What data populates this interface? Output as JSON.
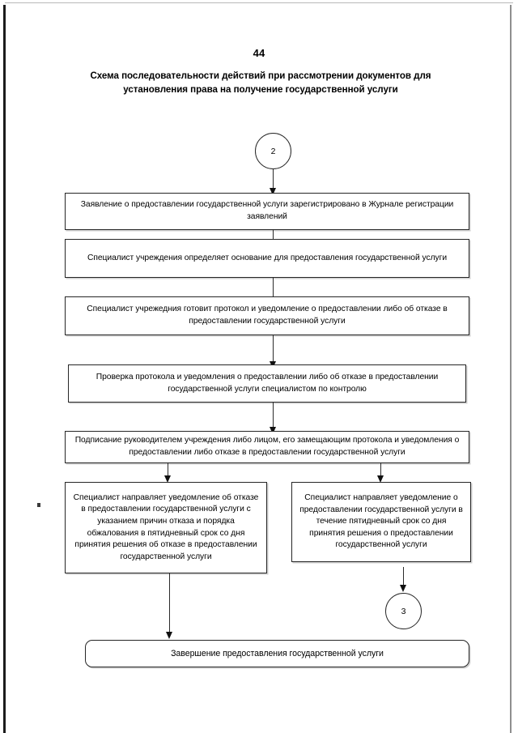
{
  "document": {
    "page_number": "44",
    "title": "Схема последовательности действий при  рассмотрении документов для установления права на получение государственной услуги"
  },
  "flowchart": {
    "type": "flowchart",
    "orientation": "top-to-bottom",
    "connectors": [
      {
        "id": "connector-2",
        "label": "2",
        "role": "entry-from-previous-page"
      },
      {
        "id": "connector-3",
        "label": "3",
        "role": "exit-to-next-page"
      }
    ],
    "nodes": [
      {
        "id": "node-1",
        "shape": "rectangle",
        "text": "Заявление о предоставлении государственной услуги зарегистрировано в Журнале регистрации заявлений"
      },
      {
        "id": "node-2",
        "shape": "rectangle",
        "text": "Специалист учреждения определяет основание для предоставления государственной услуги"
      },
      {
        "id": "node-3",
        "shape": "rectangle",
        "text": "Специалист учрежедния готовит протокол и уведомление о предоставлении либо об отказе в предоставлении государственной услуги"
      },
      {
        "id": "node-4",
        "shape": "rectangle",
        "text": "Проверка протокола и уведомления о предоставлении либо об отказе в предоставлении государственной услуги специалистом по контролю"
      },
      {
        "id": "node-5",
        "shape": "rectangle",
        "text": "Подписание руководителем учреждения либо лицом, его замещающим протокола и уведомления о предоставлении либо отказе в предоставлении государственной услуги"
      },
      {
        "id": "node-6-refusal",
        "shape": "rectangle",
        "branch": "left",
        "text": "Специалист направляет уведомление об отказе в предоставлении государственной услуги с указанием причин отказа и порядка обжалования в пятидневный срок со дня принятия решения об отказе в предоставлении государственной услуги"
      },
      {
        "id": "node-6-approval",
        "shape": "rectangle",
        "branch": "right",
        "text": "Специалист направляет уведомление о предоставлении государственной услуги  в течение пятидневный срок со дня принятия решения о предоставлении государственной услуги"
      },
      {
        "id": "node-7-end",
        "shape": "rounded-rectangle",
        "text": "Завершение предоставления государственной услуги"
      }
    ]
  },
  "style": {
    "ink_color": "#262626",
    "page_background": "#ffffff"
  }
}
